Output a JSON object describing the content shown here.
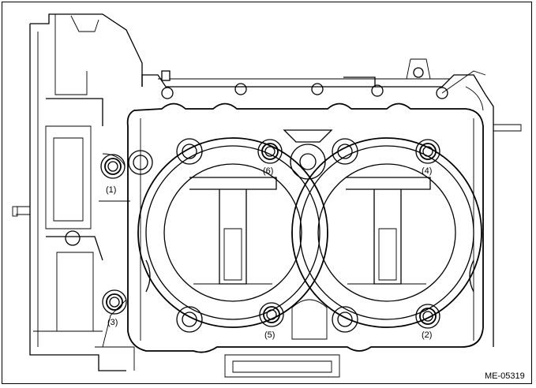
{
  "figure": {
    "id_label": "ME-05319"
  },
  "bolts": [
    {
      "label": "(1)"
    },
    {
      "label": "(2)"
    },
    {
      "label": "(3)"
    },
    {
      "label": "(4)"
    },
    {
      "label": "(5)"
    },
    {
      "label": "(6)"
    }
  ],
  "colors": {
    "line": "#000000",
    "background": "#ffffff"
  }
}
